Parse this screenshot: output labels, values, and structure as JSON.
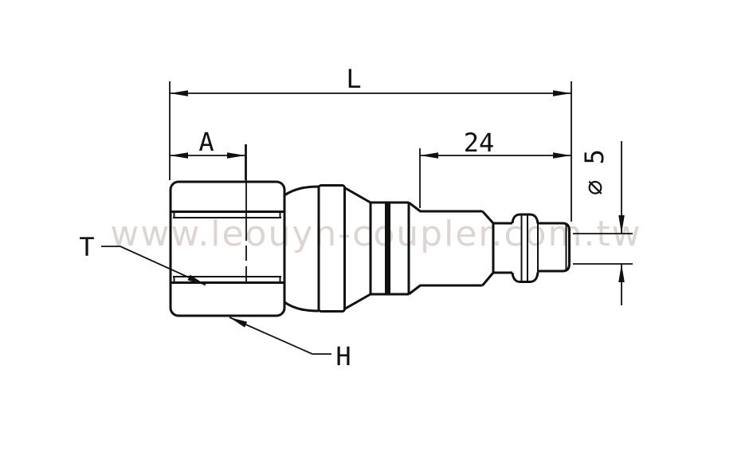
{
  "watermark": {
    "text": "www.leouyn-coupler.com.tw"
  },
  "dimensions": {
    "overall_length": "L",
    "socket_section": "A",
    "plug_section": "24",
    "bore_diameter": "⌀ 5"
  },
  "callouts": {
    "thread": "T",
    "hex": "H"
  },
  "colors": {
    "line": "#111111",
    "watermark": "#dcd5d2",
    "background": "#ffffff"
  }
}
